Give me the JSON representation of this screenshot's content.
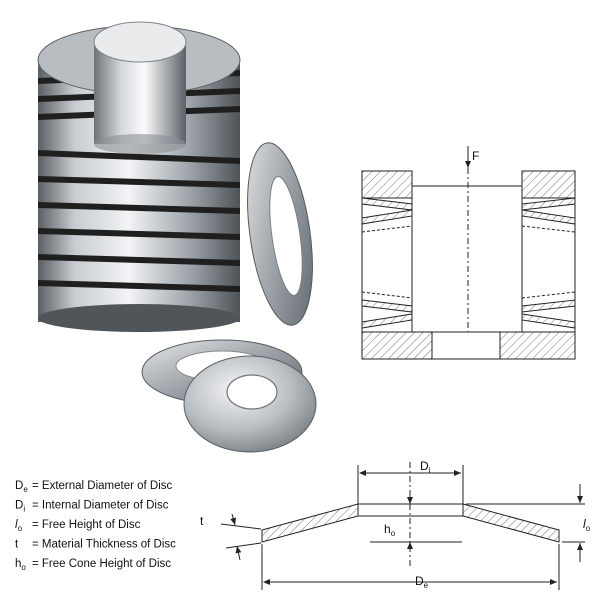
{
  "section_view": {
    "force_label": "F"
  },
  "profile_view": {
    "di_label": "D",
    "di_sub": "i",
    "de_label": "D",
    "de_sub": "e",
    "h0_label": "h",
    "h0_sub": "o",
    "l0_label": "l",
    "l0_sub": "o",
    "t_label": "t"
  },
  "legend": {
    "items": [
      {
        "symbol": "D",
        "sub": "e",
        "italic": false,
        "text": "= External Diameter of Disc"
      },
      {
        "symbol": "D",
        "sub": "i",
        "italic": false,
        "text": "= Internal Diameter of Disc"
      },
      {
        "symbol": "l",
        "sub": "o",
        "italic": true,
        "text": "= Free Height of Disc"
      },
      {
        "symbol": "t",
        "sub": "",
        "italic": false,
        "text": "= Material Thickness of Disc"
      },
      {
        "symbol": "h",
        "sub": "o",
        "italic": false,
        "text": "= Free Cone Height of Disc"
      }
    ]
  },
  "colors": {
    "steel_light": "#d9dde0",
    "steel_mid": "#9aa0a6",
    "steel_dark": "#4a4f55",
    "gap_dark": "#1c1c1c",
    "line": "#222222"
  }
}
